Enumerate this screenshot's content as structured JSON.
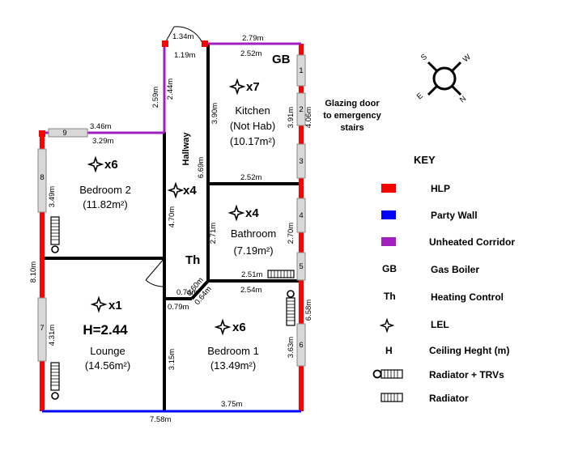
{
  "rooms": {
    "kitchen": {
      "name": "Kitchen",
      "sub": "(Not Hab)",
      "area": "(10.17m²)",
      "lel": "x7"
    },
    "bathroom": {
      "name": "Bathroom",
      "area": "(7.19m²)",
      "lel": "x4"
    },
    "bedroom2": {
      "name": "Bedroom 2",
      "area": "(11.82m²)",
      "lel": "x6"
    },
    "lounge": {
      "name": "Lounge",
      "area": "(14.56m²)",
      "lel": "x1",
      "height": "H=2.44"
    },
    "bedroom1": {
      "name": "Bedroom 1",
      "area": "(13.49m²)",
      "lel": "x6"
    },
    "hallway": {
      "name": "Hallway",
      "lel": "x4"
    }
  },
  "labels": {
    "gb": "GB",
    "th": "Th",
    "glazing_line1": "Glazing door",
    "glazing_line2": "to emergency",
    "glazing_line3": "stairs"
  },
  "dimensions": {
    "d_134": "1.34m",
    "d_119": "1.19m",
    "d_279": "2.79m",
    "d_252a": "2.52m",
    "d_259": "2.59m",
    "d_244": "2.44m",
    "d_346": "3.46m",
    "d_329": "3.29m",
    "d_390": "3.90m",
    "d_391": "3.91m",
    "d_406": "4.06m",
    "d_669": "6.69m",
    "d_252b": "2.52m",
    "d_470": "4.70m",
    "d_349": "3.49m",
    "d_810": "8.10m",
    "d_271": "2.71m",
    "d_270": "2.70m",
    "d_251": "2.51m",
    "d_254": "2.54m",
    "d_074": "0.74m",
    "d_060": "0.60m",
    "d_079": "0.79m",
    "d_064": "0.64m",
    "d_658": "6.58m",
    "d_431": "4.31m",
    "d_315": "3.15m",
    "d_363": "3.63m",
    "d_375": "3.75m",
    "d_758": "7.58m"
  },
  "windows": [
    "1",
    "2",
    "3",
    "4",
    "5",
    "6",
    "7",
    "8",
    "9"
  ],
  "compass": {
    "s": "S",
    "w": "W",
    "e": "E",
    "n": "N"
  },
  "key": {
    "title": "KEY",
    "hlp": "HLP",
    "party_wall": "Party Wall",
    "unheated": "Unheated Corridor",
    "gb_symbol": "GB",
    "gas_boiler": "Gas Boiler",
    "th_symbol": "Th",
    "heating_control": "Heating Control",
    "lel": "LEL",
    "h_symbol": "H",
    "ceiling": "Ceiling Heght (m)",
    "radiator_trv": "Radiator + TRVs",
    "radiator": "Radiator"
  },
  "colors": {
    "hlp": "#ff0000",
    "party_wall": "#0000ff",
    "unheated": "#a020c0",
    "wall": "#000000"
  }
}
